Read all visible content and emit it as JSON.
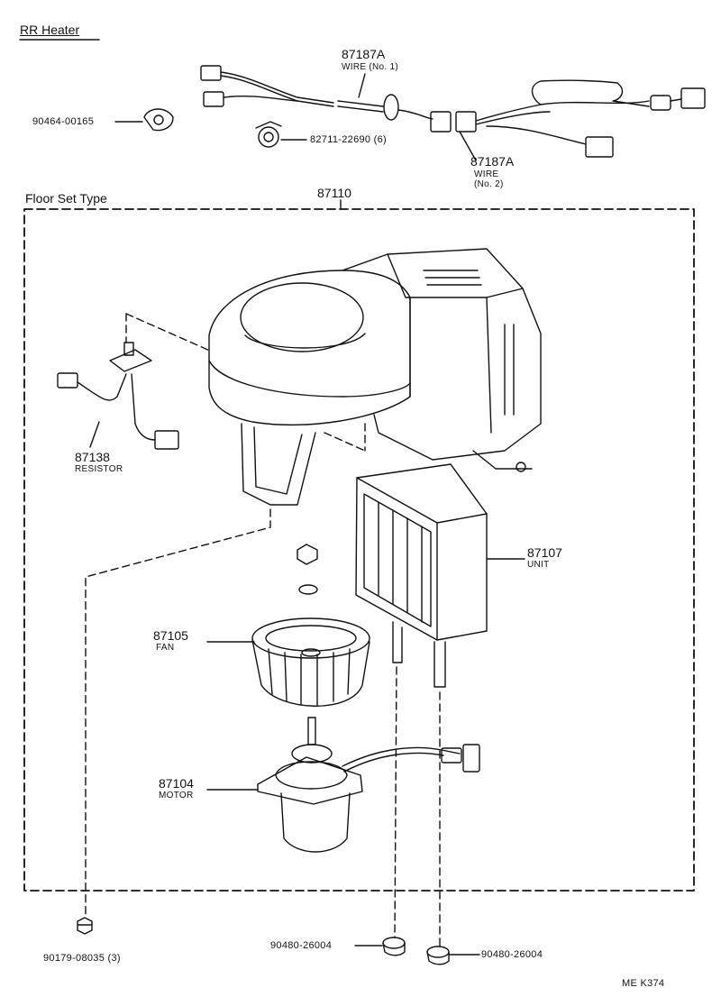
{
  "header": {
    "title": "RR Heater",
    "footer_code": "ME  K374"
  },
  "section": {
    "title": "Floor Set Type",
    "assembly_number": "87110"
  },
  "parts": {
    "wire1": {
      "number": "87187A",
      "name": "WIRE (No. 1)"
    },
    "wire2": {
      "number": "87187A",
      "name_line1": "WIRE",
      "name_line2": "(No. 2)"
    },
    "socket": {
      "number": "90464-00165"
    },
    "clamp": {
      "number": "82711-22690 (6)"
    },
    "resistor": {
      "number": "87138",
      "name": "RESISTOR"
    },
    "unit": {
      "number": "87107",
      "name": "UNIT"
    },
    "fan": {
      "number": "87105",
      "name": "FAN"
    },
    "motor": {
      "number": "87104",
      "name": "MOTOR"
    },
    "nut": {
      "number": "90179-08035 (3)"
    },
    "grommet_left": {
      "number": "90480-26004"
    },
    "grommet_right": {
      "number": "90480-26004"
    }
  }
}
